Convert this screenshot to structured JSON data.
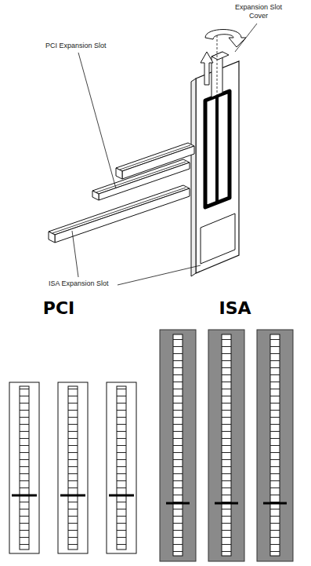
{
  "diagram": {
    "labels": [
      "Expansion Slot Cover",
      "PCI Expansion Slot",
      "ISA Expansion Slot",
      "PCI",
      "ISA"
    ]
  }
}
